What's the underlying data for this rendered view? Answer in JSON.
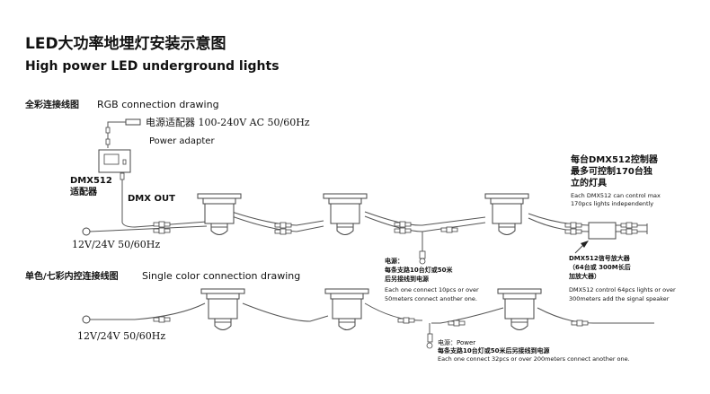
{
  "title": {
    "cn": "LED大功率地埋灯安装示意图",
    "en": "High power LED underground lights"
  },
  "rgb_section": {
    "label_cn": "全彩连接线图",
    "label_en": "RGB connection drawing",
    "adapter_cn": "电源适配器 100-240V AC 50/60Hz",
    "adapter_en": "Power adapter",
    "controller_line1": "DMX512",
    "controller_line2": "适配器",
    "dmx_out": "DMX OUT",
    "power_input": "12V/24V  50/60Hz",
    "max_note_cn": [
      "每台DMX512控制器",
      "最多可控制170台独",
      "立的灯具"
    ],
    "max_note_en": [
      "Each DMX512 can control max",
      "170pcs lights independently"
    ],
    "power_note_cn": [
      "电源：",
      "每条支路10台灯或50米",
      "后另接线到电源"
    ],
    "power_note_en": [
      "Each one connect 10pcs or over",
      "50meters connect another one."
    ],
    "amplifier_cn": [
      "DMX512信号放大器",
      "（64台或 300M长后",
      "加放大器）"
    ],
    "amplifier_en": [
      "DMX512 control 64pcs lights or over",
      "300meters add the signal speaker"
    ]
  },
  "single_section": {
    "label_cn": "单色/七彩内控连接线图",
    "label_en": "Single color connection drawing",
    "power_input": "12V/24V  50/60Hz",
    "power_note_title": "电源：Power",
    "power_note_cn": "每条支路10台灯或50米后另接线到电源",
    "power_note_en": "Each one connect 32pcs or over 200meters connect another one."
  }
}
